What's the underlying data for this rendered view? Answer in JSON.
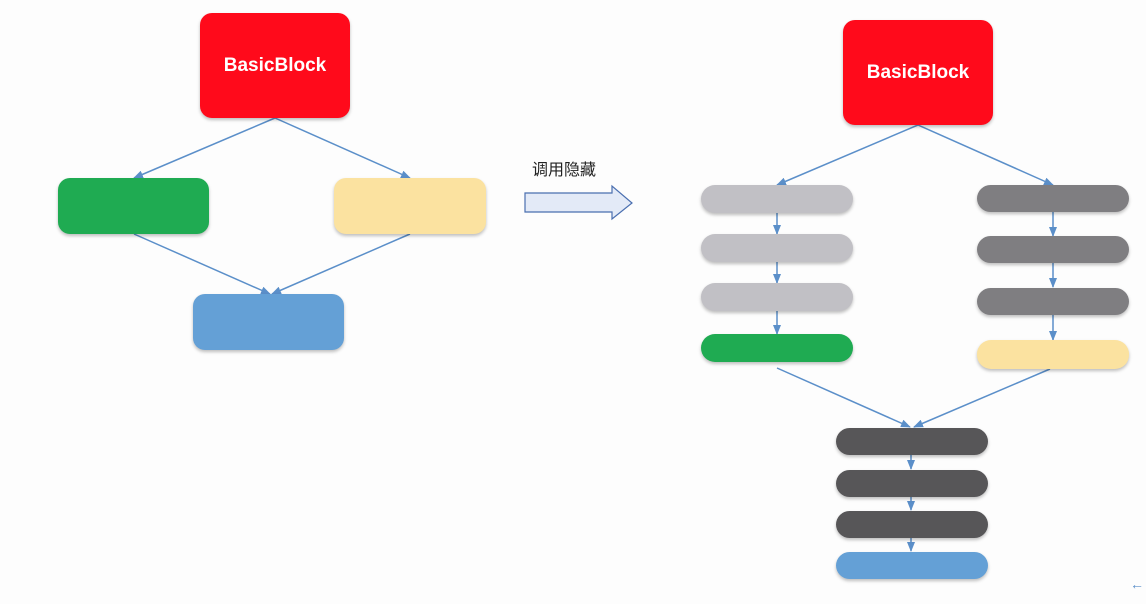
{
  "diagram": {
    "left": {
      "root_label": "BasicBlock"
    },
    "transform": {
      "caption": "调用隐藏"
    },
    "right": {
      "root_label": "BasicBlock"
    }
  },
  "colors": {
    "red": "#ff0a1b",
    "green": "#1fab52",
    "yellow": "#fbe2a0",
    "blue": "#64a0d6",
    "light_gray": "#c1c0c5",
    "mid_gray": "#7f7e81",
    "dark_gray": "#575658",
    "edge": "#5b8fc9",
    "arrow_fill": "#e3eaf7",
    "arrow_stroke": "#4a6fb0"
  },
  "corner_icon": "chevron-left-icon"
}
